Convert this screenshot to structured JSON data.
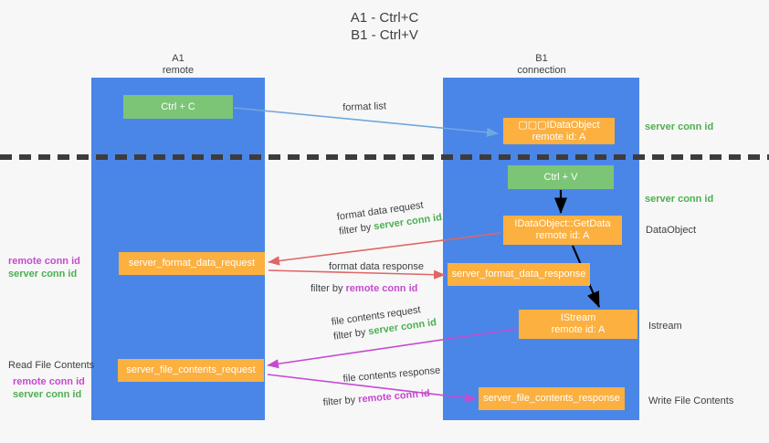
{
  "title": {
    "line1": "A1 - Ctrl+C",
    "line2": "B1 - Ctrl+V"
  },
  "columns": [
    {
      "name": "A1",
      "sub": "remote"
    },
    {
      "name": "B1",
      "sub": "connection"
    }
  ],
  "colors": {
    "lane": "#4a86e8",
    "node_green": "#7cc576",
    "node_orange": "#fbb040",
    "server_conn_id": "#4caf50",
    "remote_conn_id": "#c64ad0",
    "text": "#3c4043",
    "background": "#f7f7f7",
    "divider": "#3c3c3c",
    "arrow_blue": "#6fa8dc",
    "arrow_red": "#e06666",
    "arrow_magenta": "#c64ad0",
    "arrow_black": "#000000"
  },
  "nodes": {
    "ctrl_c": {
      "line1": "Ctrl + C",
      "line2": ""
    },
    "ctrl_v": {
      "line1": "Ctrl + V",
      "line2": ""
    },
    "idataobject": {
      "line1": "▢▢▢IDataObject",
      "line2": "remote id: A"
    },
    "getdata": {
      "line1": "IDataObject::GetData",
      "line2": "remote id: A"
    },
    "istream": {
      "line1": "IStream",
      "line2": "remote id: A"
    },
    "format_data_request": {
      "line1": "server_format_data_request",
      "line2": ""
    },
    "format_data_response": {
      "line1": "server_format_data_response",
      "line2": ""
    },
    "file_contents_request": {
      "line1": "server_file_contents_request",
      "line2": ""
    },
    "file_contents_response": {
      "line1": "server_file_contents_response",
      "line2": ""
    }
  },
  "side_labels": {
    "server_conn_id_top": "server conn id",
    "server_conn_id_mid": "server conn id",
    "dataobject": "DataObject",
    "istream": "Istream",
    "write_file_contents": "Write File Contents",
    "read_file_contents": "Read File Contents"
  },
  "conn_stacks": {
    "mid": {
      "remote": "remote conn id",
      "server": "server conn id"
    },
    "low": {
      "remote": "remote conn id",
      "server": "server conn id"
    }
  },
  "edge_labels": {
    "format_list": "format list",
    "format_data_request": {
      "line1": "format data request",
      "prefix": "filter by ",
      "token": "server conn id"
    },
    "format_data_response": {
      "line1": "format data response",
      "prefix": "filter by ",
      "token": "remote conn id"
    },
    "file_contents_request": {
      "line1": "file contents request",
      "prefix": "filter by ",
      "token": "server conn id"
    },
    "file_contents_response": {
      "line1": "file contents response",
      "prefix": "filter by ",
      "token": "remote conn id"
    }
  }
}
